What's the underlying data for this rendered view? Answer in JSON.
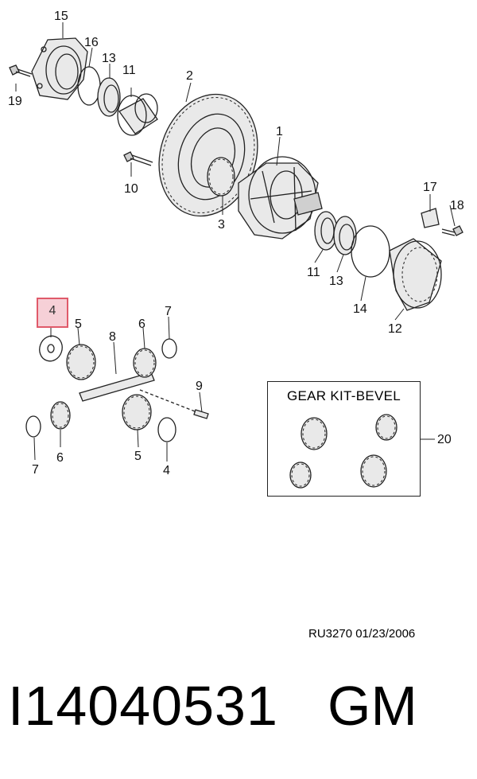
{
  "callouts": {
    "c1": "1",
    "c2": "2",
    "c3": "3",
    "c4_highlight": "4",
    "c4_bottom": "4",
    "c5_top": "5",
    "c5_bottom": "5",
    "c6_top": "6",
    "c6_bottom": "6",
    "c7_top": "7",
    "c7_bottom": "7",
    "c8": "8",
    "c9": "9",
    "c10": "10",
    "c11_top": "11",
    "c11_mid": "11",
    "c12": "12",
    "c13_top": "13",
    "c13_mid": "13",
    "c14": "14",
    "c15": "15",
    "c16": "16",
    "c17": "17",
    "c18": "18",
    "c19": "19",
    "c20": "20"
  },
  "kit": {
    "title": "GEAR KIT-BEVEL"
  },
  "stamp": "RU3270  01/23/2006",
  "footer": {
    "part_number": "I14040531",
    "brand": "GM"
  },
  "colors": {
    "highlight": "#e05a6a",
    "line": "#222222"
  }
}
